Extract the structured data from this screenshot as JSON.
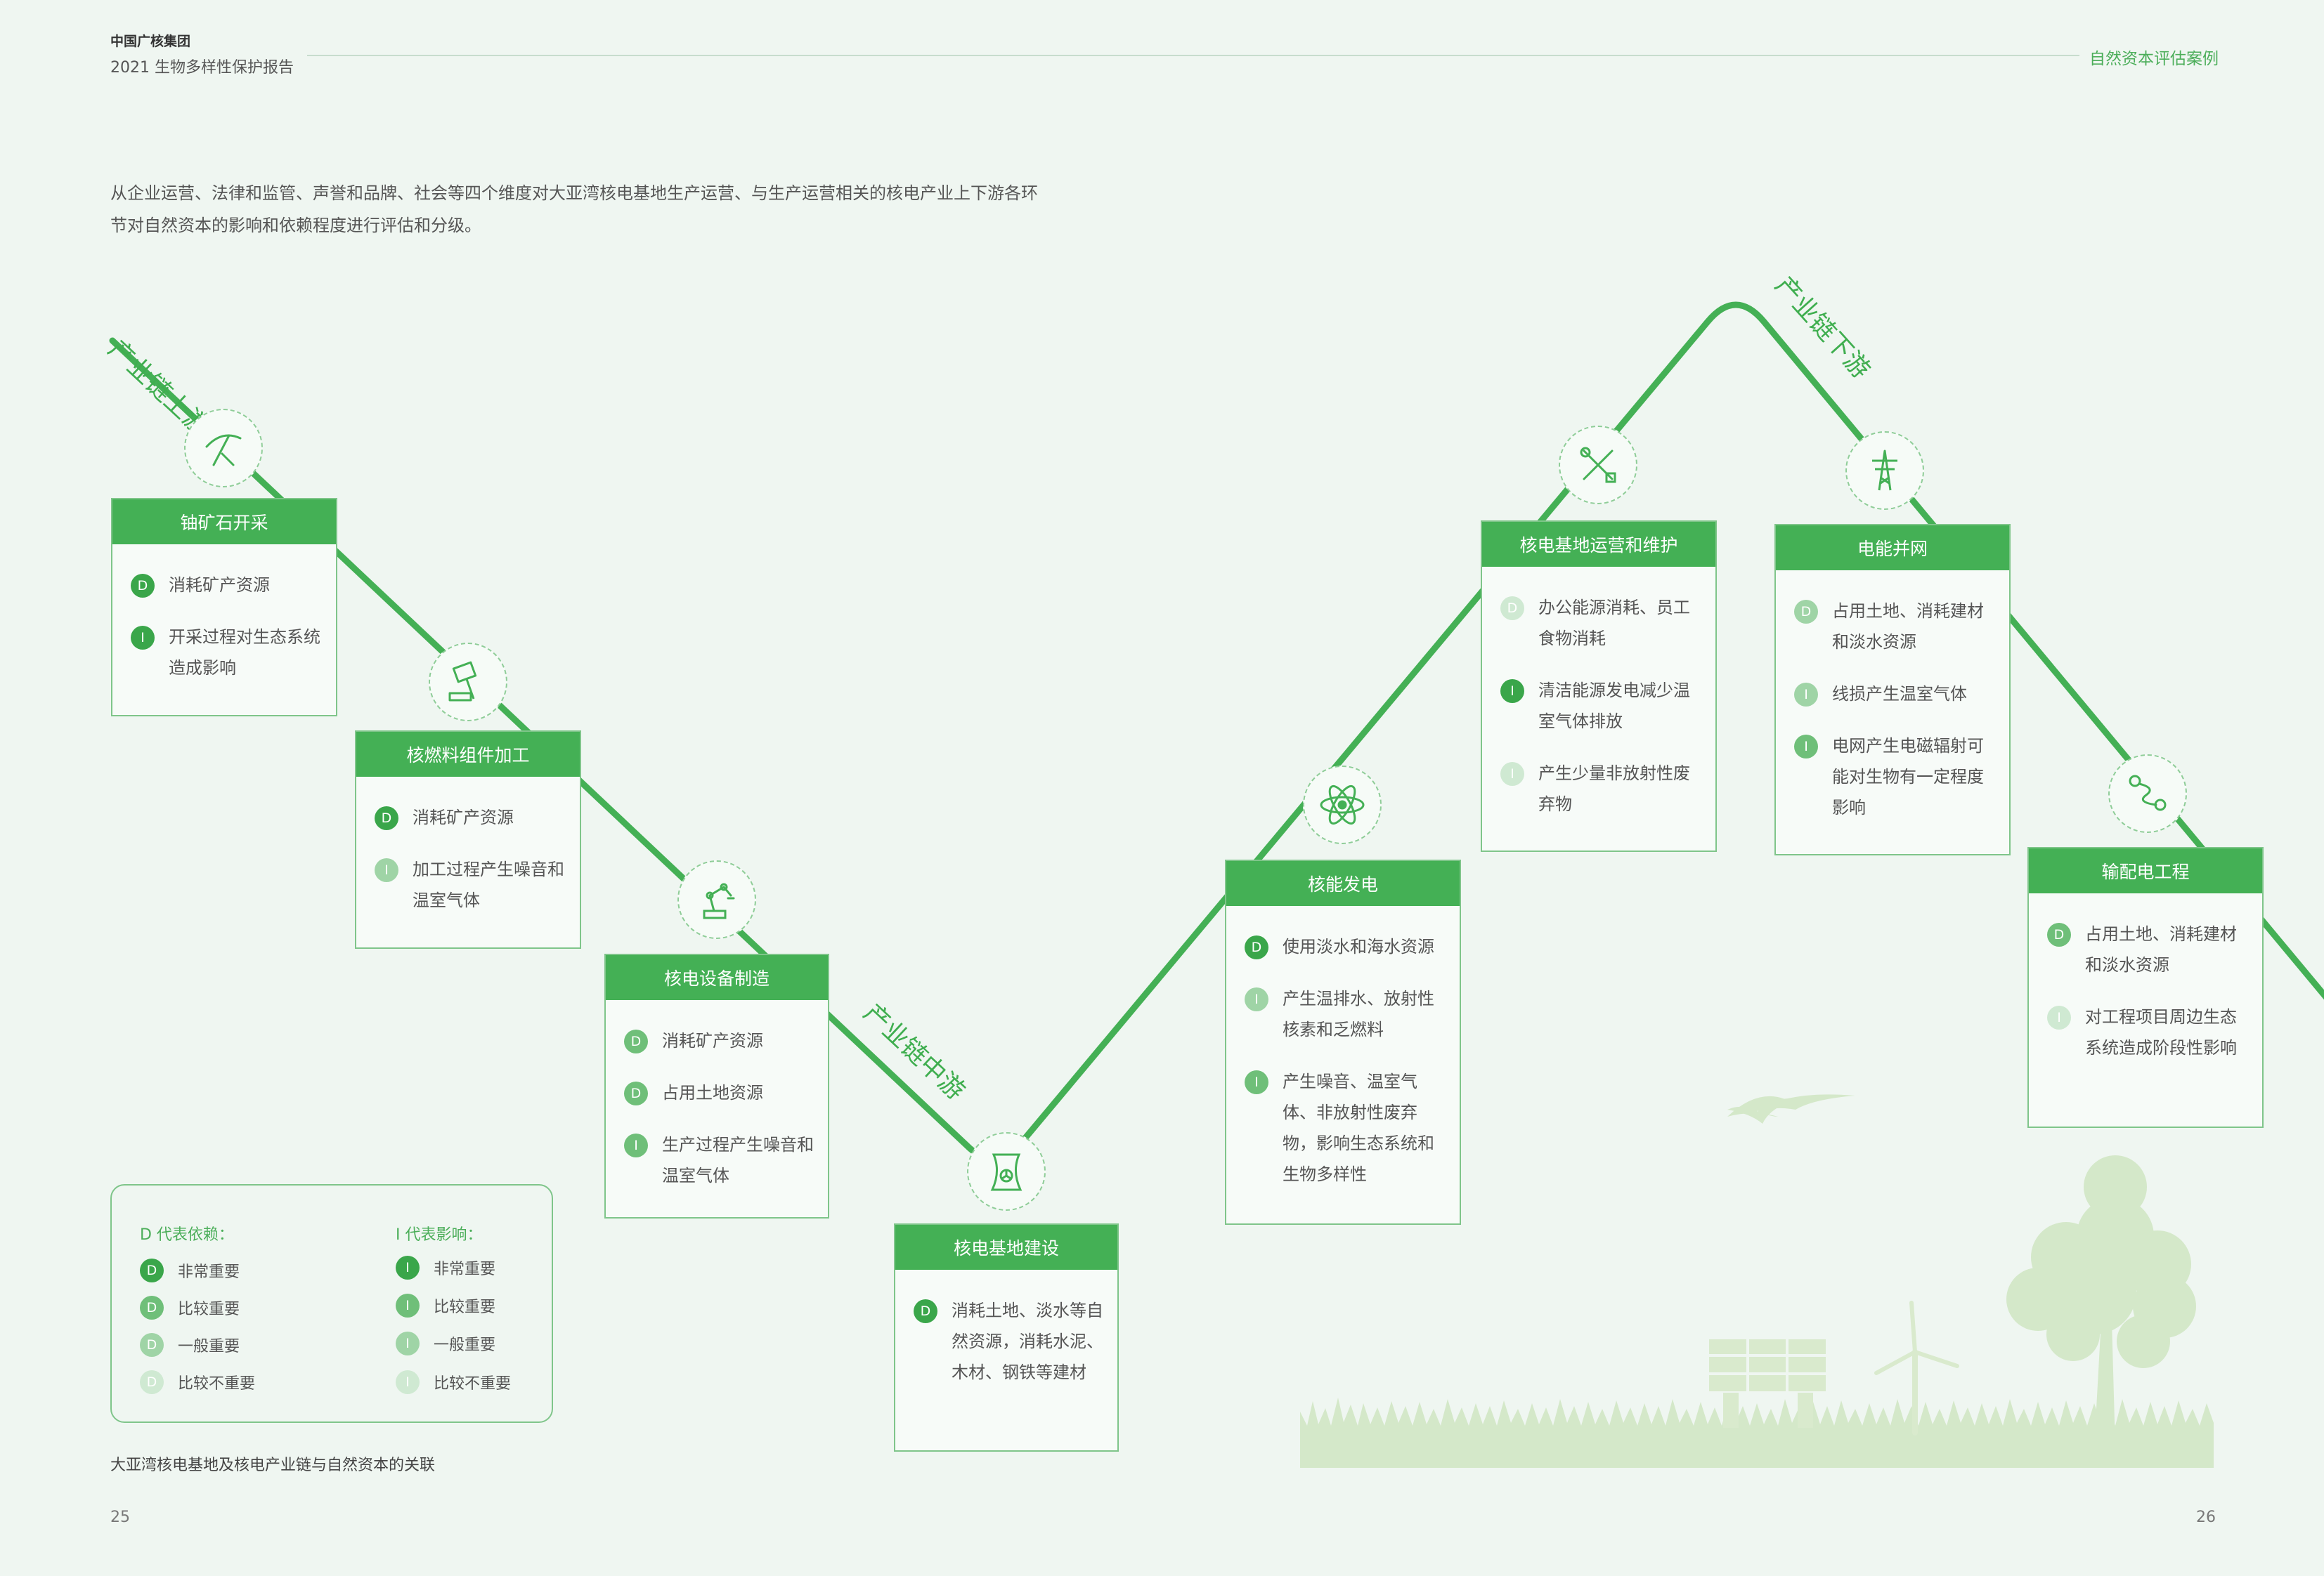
{
  "header": {
    "company": "中国广核集团",
    "report": "2021 生物多样性保护报告",
    "section": "自然资本评估案例"
  },
  "intro": "从企业运营、法律和监管、声誉和品牌、社会等四个维度对大亚湾核电基地生产运营、与生产运营相关的核电产业上下游各环节对自然资本的影响和依赖程度进行评估和分级。",
  "stages": {
    "upstream": "产业链上游",
    "midstream": "产业链中游",
    "downstream": "产业链下游"
  },
  "colors": {
    "very_important": "#3aa64a",
    "important": "#6fbf79",
    "general": "#9fd4a6",
    "not_important": "#cfe9d2",
    "accent": "#44b055"
  },
  "cards": [
    {
      "title": "铀矿石开采",
      "icon": "pickaxe-icon",
      "items": [
        {
          "type": "D",
          "level": "very_important",
          "text": "消耗矿产资源"
        },
        {
          "type": "I",
          "level": "very_important",
          "text": "开采过程对生态系统造成影响"
        }
      ]
    },
    {
      "title": "核燃料组件加工",
      "icon": "hammer-icon",
      "items": [
        {
          "type": "D",
          "level": "very_important",
          "text": "消耗矿产资源"
        },
        {
          "type": "I",
          "level": "general",
          "text": "加工过程产生噪音和温室气体"
        }
      ]
    },
    {
      "title": "核电设备制造",
      "icon": "robot-arm-icon",
      "items": [
        {
          "type": "D",
          "level": "important",
          "text": "消耗矿产资源"
        },
        {
          "type": "D",
          "level": "important",
          "text": "占用土地资源"
        },
        {
          "type": "I",
          "level": "important",
          "text": "生产过程产生噪音和温室气体"
        }
      ]
    },
    {
      "title": "核电基地建设",
      "icon": "cooling-tower-icon",
      "items": [
        {
          "type": "D",
          "level": "very_important",
          "text": "消耗土地、淡水等自然资源，消耗水泥、木材、钢铁等建材"
        }
      ]
    },
    {
      "title": "核能发电",
      "icon": "atom-icon",
      "items": [
        {
          "type": "D",
          "level": "very_important",
          "text": "使用淡水和海水资源"
        },
        {
          "type": "I",
          "level": "general",
          "text": "产生温排水、放射性核素和乏燃料"
        },
        {
          "type": "I",
          "level": "important",
          "text": "产生噪音、温室气体、非放射性废弃物，影响生态系统和生物多样性"
        }
      ]
    },
    {
      "title": "核电基地运营和维护",
      "icon": "tools-icon",
      "items": [
        {
          "type": "D",
          "level": "not_important",
          "text": "办公能源消耗、员工食物消耗"
        },
        {
          "type": "I",
          "level": "very_important",
          "text": "清洁能源发电减少温室气体排放"
        },
        {
          "type": "I",
          "level": "not_important",
          "text": "产生少量非放射性废弃物"
        }
      ]
    },
    {
      "title": "电能并网",
      "icon": "power-tower-icon",
      "items": [
        {
          "type": "D",
          "level": "general",
          "text": "占用土地、消耗建材和淡水资源"
        },
        {
          "type": "I",
          "level": "general",
          "text": "线损产生温室气体"
        },
        {
          "type": "I",
          "level": "important",
          "text": "电网产生电磁辐射可能对生物有一定程度影响"
        }
      ]
    },
    {
      "title": "输配电工程",
      "icon": "route-icon",
      "items": [
        {
          "type": "D",
          "level": "important",
          "text": "占用土地、消耗建材和淡水资源"
        },
        {
          "type": "I",
          "level": "not_important",
          "text": "对工程项目周边生态系统造成阶段性影响"
        }
      ]
    }
  ],
  "legend": {
    "d_title": "D 代表依赖：",
    "i_title": "I 代表影响：",
    "rows": [
      {
        "level": "very_important",
        "label": "非常重要"
      },
      {
        "level": "important",
        "label": "比较重要"
      },
      {
        "level": "general",
        "label": "一般重要"
      },
      {
        "level": "not_important",
        "label": "比较不重要"
      }
    ]
  },
  "caption": "大亚湾核电基地及核电产业链与自然资本的关联",
  "page_left": "25",
  "page_right": "26"
}
